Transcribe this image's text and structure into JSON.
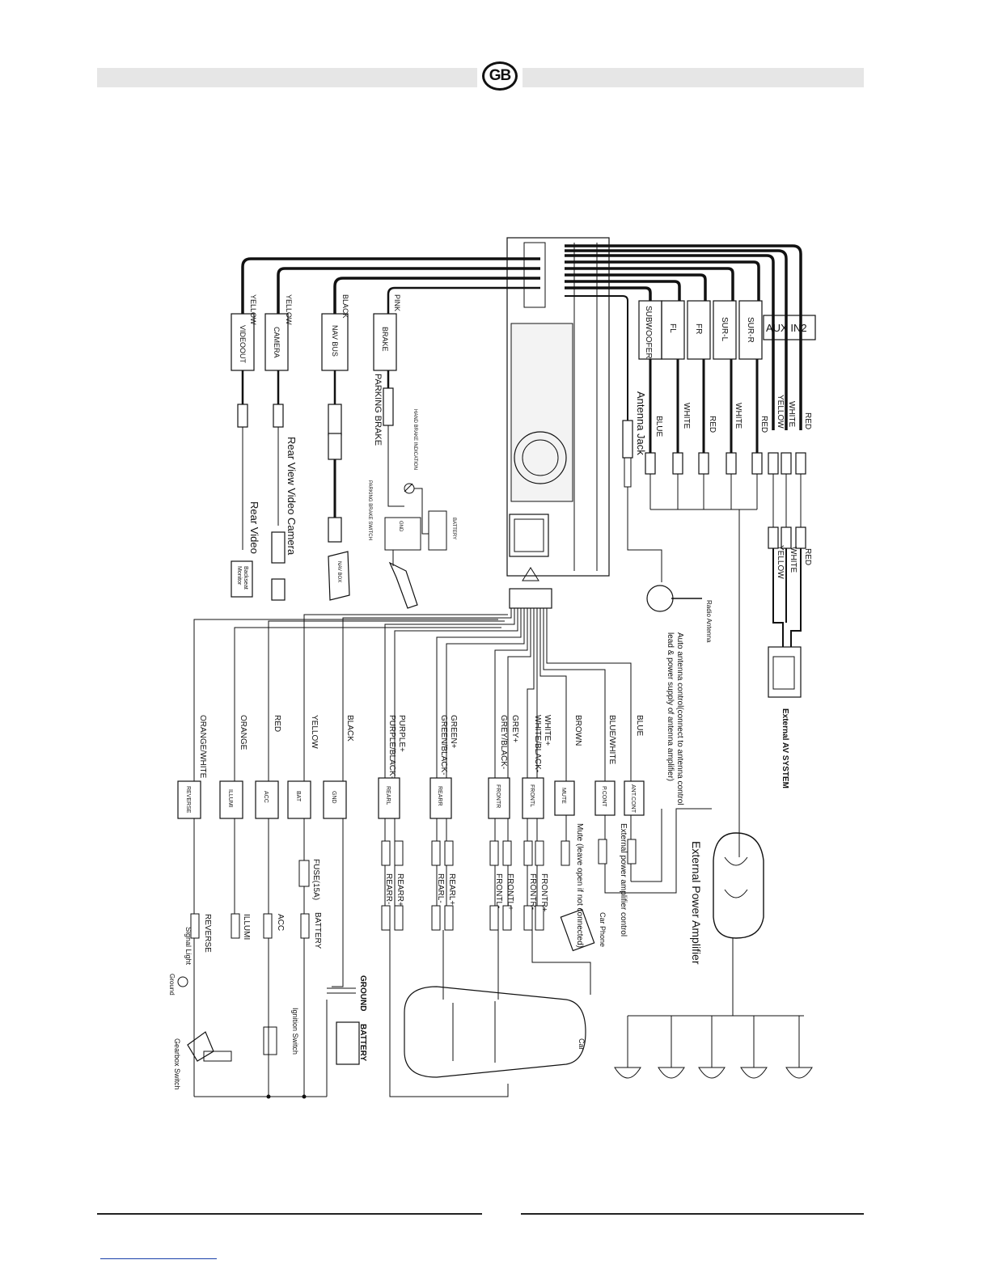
{
  "header": {
    "badge": "GB"
  },
  "head_unit": {
    "rca_labels": [
      "SUBWOOFER",
      "FL",
      "FR",
      "SUR-L",
      "SUR-R"
    ],
    "aux": "AUX IN2",
    "rca_colors": [
      "BLUE",
      "WHITE",
      "RED",
      "WHITE",
      "RED",
      "YELLOW",
      "WHITE",
      "RED"
    ],
    "antenna_jack": "Antenna Jack",
    "radio_antenna": "Radio Antenna",
    "auto_antenna": [
      "Auto antenna control(connect to antenna control",
      "lead & power supply of antenna amplifier)"
    ],
    "ext_av": "External AV SYSTEM",
    "aux_colors": [
      "RED",
      "WHITE",
      "YELLOW"
    ]
  },
  "left_cables": {
    "wire_colors": [
      "YELLOW",
      "YELLOW",
      "BLACK",
      "PINK"
    ],
    "boxes": [
      "VIDEOOUT",
      "CAMERA",
      "NAV BUS",
      "BRAKE"
    ],
    "parking_brake": "PARKING BRAKE",
    "handbrake_indication": "HAND BRAKE INDICATION",
    "parking_brake_switch": "PARKING BRAKE SWITCH",
    "battery": "BATTERY",
    "gnd": "GND",
    "nav_box": "NAV BOX",
    "rear_view_camera": "Rear View Video Camera",
    "rear_video": "Rear Video",
    "backseat_monitor": [
      "Backseat",
      "Monitor"
    ]
  },
  "harness": {
    "colors": [
      "BLUE",
      "BLUE/WHITE",
      "BROWN",
      "WHITE+",
      "WHITE/BLACK-",
      "GREY+",
      "GREY/BLACK-",
      "GREEN+",
      "GREEN/BLACK-",
      "PURPLE+",
      "PURPLE/BLACK-",
      "BLACK",
      "YELLOW",
      "RED",
      "ORANGE",
      "ORANGE/WHITE"
    ],
    "boxes": [
      "ANT.CONT",
      "P.CONT",
      "MUTE",
      "FRONTL",
      "FRONTR",
      "REARR",
      "REARL",
      "GND",
      "BAT",
      "ACC",
      "ILLUMI",
      "REVERSE"
    ],
    "ext_amp_control": "External power amplifier control",
    "mute_note": "Mute (leave open if not connected)",
    "speaker_labels": [
      "FRONTR+",
      "FRONTR-",
      "FRONTL+",
      "FRONTL-",
      "REARL+",
      "REARL-",
      "REARR+",
      "REARR-"
    ],
    "car_phone": "Car Phone",
    "fuse": "FUSE(15A)",
    "battery_label": "BATTERY",
    "acc": "ACC",
    "illumi": "ILLUMI",
    "reverse": "REVERSE",
    "ground": "GROUND",
    "battery2": "BATTERY",
    "ignition": "Ignition Switch",
    "signal_light": "Signal Light",
    "ground_small": "Ground",
    "gearbox": "Gearbox Switch",
    "car": "Car",
    "ext_amp": "External Power Amplifier"
  }
}
